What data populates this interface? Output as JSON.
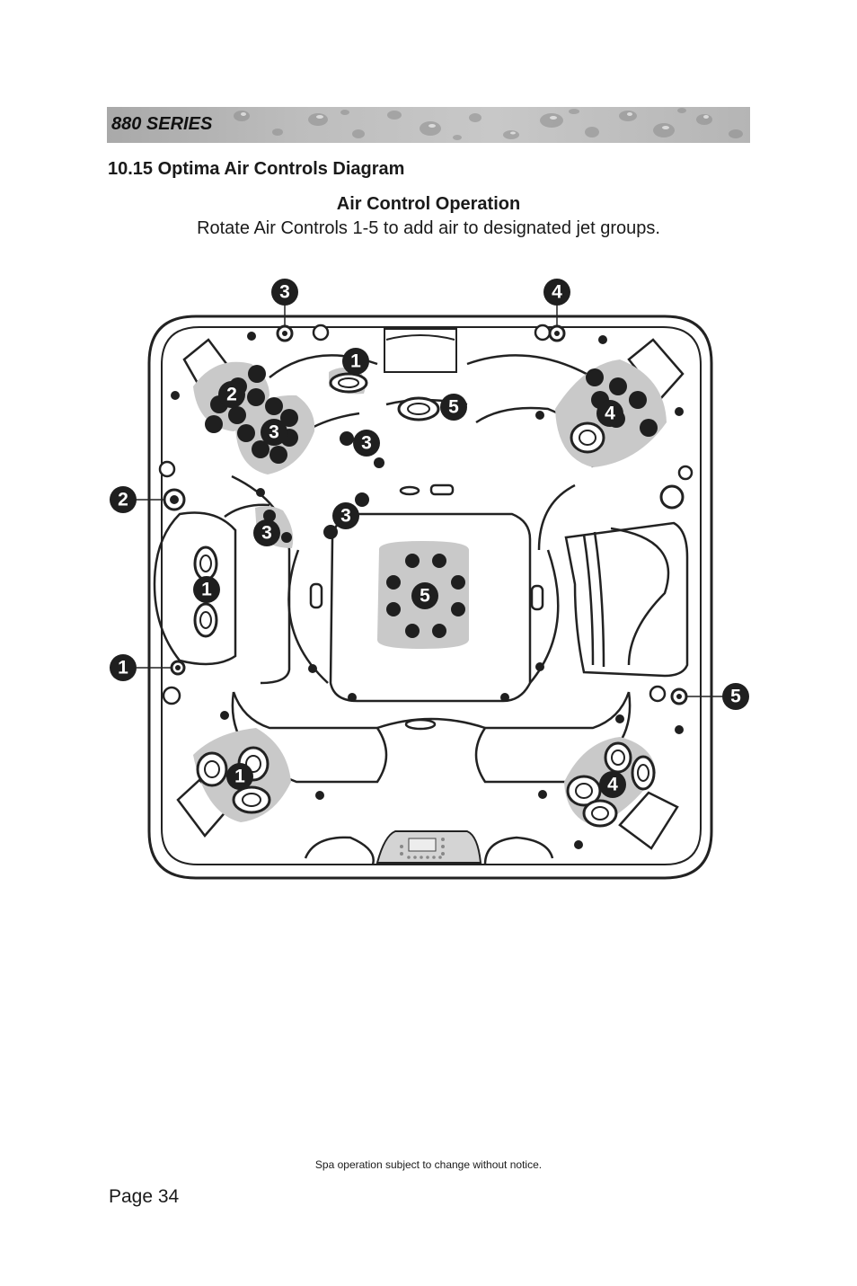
{
  "header": {
    "series": "880 SERIES"
  },
  "section": {
    "title": "10.15  Optima Air Controls Diagram"
  },
  "operation": {
    "title": "Air Control Operation",
    "description": "Rotate Air Controls 1-5 to add air to designated jet groups."
  },
  "callouts": {
    "top_left": "3",
    "top_right": "4",
    "left_upper": "2",
    "left_lower": "1",
    "right": "5",
    "inner": [
      "1",
      "2",
      "3",
      "3",
      "3",
      "3",
      "1",
      "5",
      "4",
      "5",
      "1",
      "4"
    ]
  },
  "footer": {
    "note": "Spa operation subject to change without notice.",
    "page": "Page 34"
  }
}
